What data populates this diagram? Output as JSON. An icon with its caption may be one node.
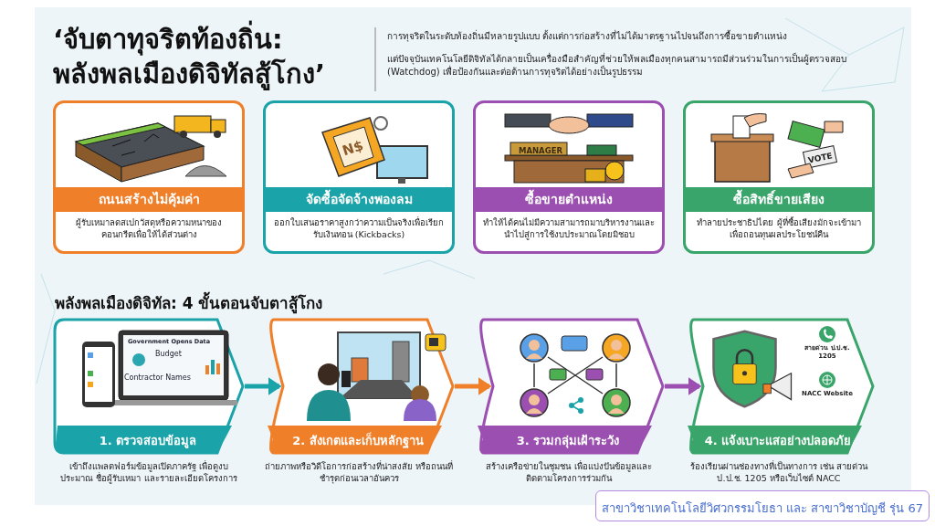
{
  "diagram": {
    "title": "‘จับตาทุจริตท้องถิ่น: พลังพลเมืองดิจิทัลสู้โกง’",
    "nodes": [
      {
        "text": [
          "ถนนสร้างไม่คุ้มค่า",
          "ผู้รับเหมาลดสเปกวัสดุหรือความหนาของคอนกรีตเพื่อให้ได้ส่วนต่าง"
        ]
      },
      {
        "text": [
          "จัดซื้อจัดจ้างพองลม",
          "ออกใบเสนอราคาสูงกว่าความเป็นจริงเพื่อเรียกรับเงินทอน (Kickbacks)"
        ]
      },
      {
        "text": [
          "ซื้อขายตำแหน่ง",
          "ทำให้ได้คนไม่มีความสามารถมาบริหารงานและนำไปสู่การใช้งบประมาณโดยมิชอบ"
        ]
      },
      {
        "text": [
          "ซื้อสิทธิ์ขายเสียง",
          "ทำลายประชาธิปไตย ผู้ที่ซื้อเสียงมักจะเข้ามาเพื่อถอนทุนผลประโยชน์คืน"
        ]
      },
      {
        "text": [
          "1. ตรวจสอบข้อมูล",
          "เข้าถึงแพลตฟอร์มข้อมูลเปิดภาครัฐ เพื่อดูงบประมาณ ชื่อผู้รับเหมา และรายละเอียดโครงการ"
        ]
      },
      {
        "text": [
          "2. สังเกตและเก็บหลักฐาน",
          "ถ่ายภาพหรือวิดีโอการก่อสร้างที่น่าสงสัย หรือถนนที่ชำรุดก่อนเวลาอันควร"
        ]
      },
      {
        "text": [
          "3. รวมกลุ่มเฝ้าระวัง",
          "สร้างเครือข่ายในชุมชน เพื่อแบ่งปันข้อมูลและติดตามโครงการร่วมกัน"
        ]
      },
      {
        "text": [
          "4. แจ้งเบาะแสอย่างปลอดภัย",
          "ร้องเรียนผ่านช่องทางที่เป็นทางการ เช่น สายด่วน ป.ป.ช. 1205 หรือเว็บไซต์ NACC"
        ]
      },
      {
        "text": [
          "สาขาวิชาเทคโนโลยีวิศวกรรมโยธา และ สาขาวิชาบัญชี รุ่น 67"
        ]
      }
    ],
    "edges": [
      {
        "from": 4,
        "to": 5,
        "arrow": "to",
        "color": "#1aa3a8"
      },
      {
        "from": 5,
        "to": 6,
        "arrow": "to",
        "color": "#f07f2a"
      },
      {
        "from": 6,
        "to": 7,
        "arrow": "to",
        "color": "#9b4fb0"
      }
    ],
    "labels": [
      "การทุจริตในระดับท้องถิ่นมีหลายรูปแบบ ตั้งแต่การก่อสร้างที่ไม่ได้มาตรฐานไปจนถึงการซื้อขายตำแหน่ง",
      "แต่ปัจจุบันเทคโนโลยีดิจิทัลได้กลายเป็นเครื่องมือสำคัญที่ช่วยให้พลเมืองทุกคนสามารถมีส่วนร่วมในการเป็นผู้ตรวจสอบ (Watchdog) เพื่อป้องกันและต่อต้านการทุจริตได้อย่างเป็นรูปธรรม",
      "N$",
      "MANAGER",
      "VOTE",
      "พลังพลเมืองดิจิทัล: 4 ขั้นตอนจับตาสู้โกง",
      "Government Opens Data",
      "Budget",
      "Contractor Names",
      "สายด่วน ป.ป.ช. 1205",
      "NACC Website"
    ]
  }
}
